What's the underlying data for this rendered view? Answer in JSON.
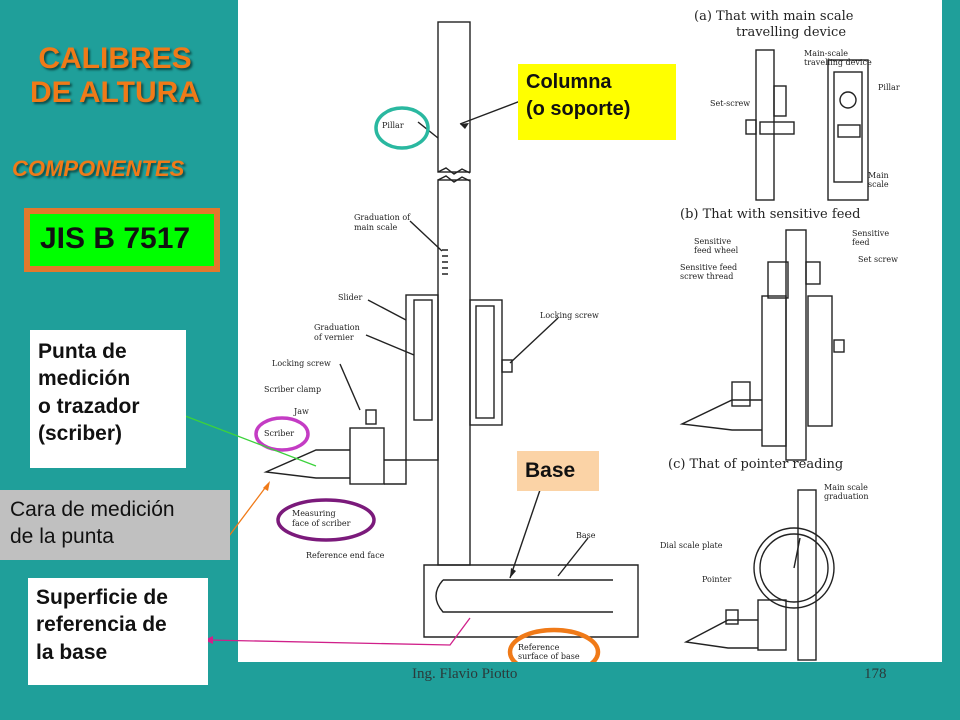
{
  "slide": {
    "title_line1": "CALIBRES",
    "title_line2": "DE ALTURA",
    "subtitle": "COMPONENTES",
    "standard": "JIS B 7517",
    "callouts": {
      "columna_l1": "Columna",
      "columna_l2": "(o soporte)",
      "base": "Base",
      "punta_l1": "Punta de",
      "punta_l2": "medición",
      "punta_l3": "o trazador",
      "punta_l4": "(scriber)",
      "cara_l1": "Cara de medición",
      "cara_l2": "de la punta",
      "superficie_l1": "Superficie de",
      "superficie_l2": "referencia de",
      "superficie_l3": "la base"
    },
    "footer_author": "Ing. Flavio Piotto",
    "footer_page": "178"
  },
  "drawing": {
    "pillar": "Pillar",
    "graduation_main_l1": "Graduation of",
    "graduation_main_l2": "main scale",
    "slider": "Slider",
    "graduation_vernier_l1": "Graduation",
    "graduation_vernier_l2": "of vernier",
    "locking_screw_left": "Locking screw",
    "locking_screw_right": "Locking screw",
    "scriber_clamp": "Scriber clamp",
    "jaw": "Jaw",
    "scriber": "Scriber",
    "measuring_face_l1": "Measuring",
    "measuring_face_l2": "face of scriber",
    "reference_end_face": "Reference end face",
    "base": "Base",
    "reference_surface_l1": "Reference",
    "reference_surface_l2": "surface of base",
    "detail_a_l1": "(a)  That with main scale",
    "detail_a_l2": "travelling device",
    "main_scale_travel_l1": "Main-scale",
    "main_scale_travel_l2": "travelling device",
    "pillar_a": "Pillar",
    "set_screw_a": "Set-screw",
    "main_scale_l1": "Main",
    "main_scale_l2": "scale",
    "detail_b": "(b)  That with sensitive feed",
    "sens_feed_wheel_l1": "Sensitive",
    "sens_feed_wheel_l2": "feed wheel",
    "sens_feed_thread_l1": "Sensitive feed",
    "sens_feed_thread_l2": "screw thread",
    "sens_feed_l1": "Sensitive",
    "sens_feed_l2": "feed",
    "set_screw_b": "Set screw",
    "detail_c": "(c)  That of pointer reading",
    "main_scale_grad_l1": "Main scale",
    "main_scale_grad_l2": "graduation",
    "dial_scale_plate": "Dial scale plate",
    "pointer": "Pointer"
  },
  "colors": {
    "background": "#1f9f9a",
    "title": "#f07a18",
    "badge_fill": "#00ff00",
    "badge_border": "#e3792c",
    "columna_box": "#ffff00",
    "base_box": "#fbd3a6",
    "cara_box": "#c0c0c0",
    "circle_pillar": "#2ab8a0",
    "circle_scriber": "#c43cc4",
    "circle_measuring": "#7b1a7b",
    "circle_reference": "#f07a18"
  }
}
